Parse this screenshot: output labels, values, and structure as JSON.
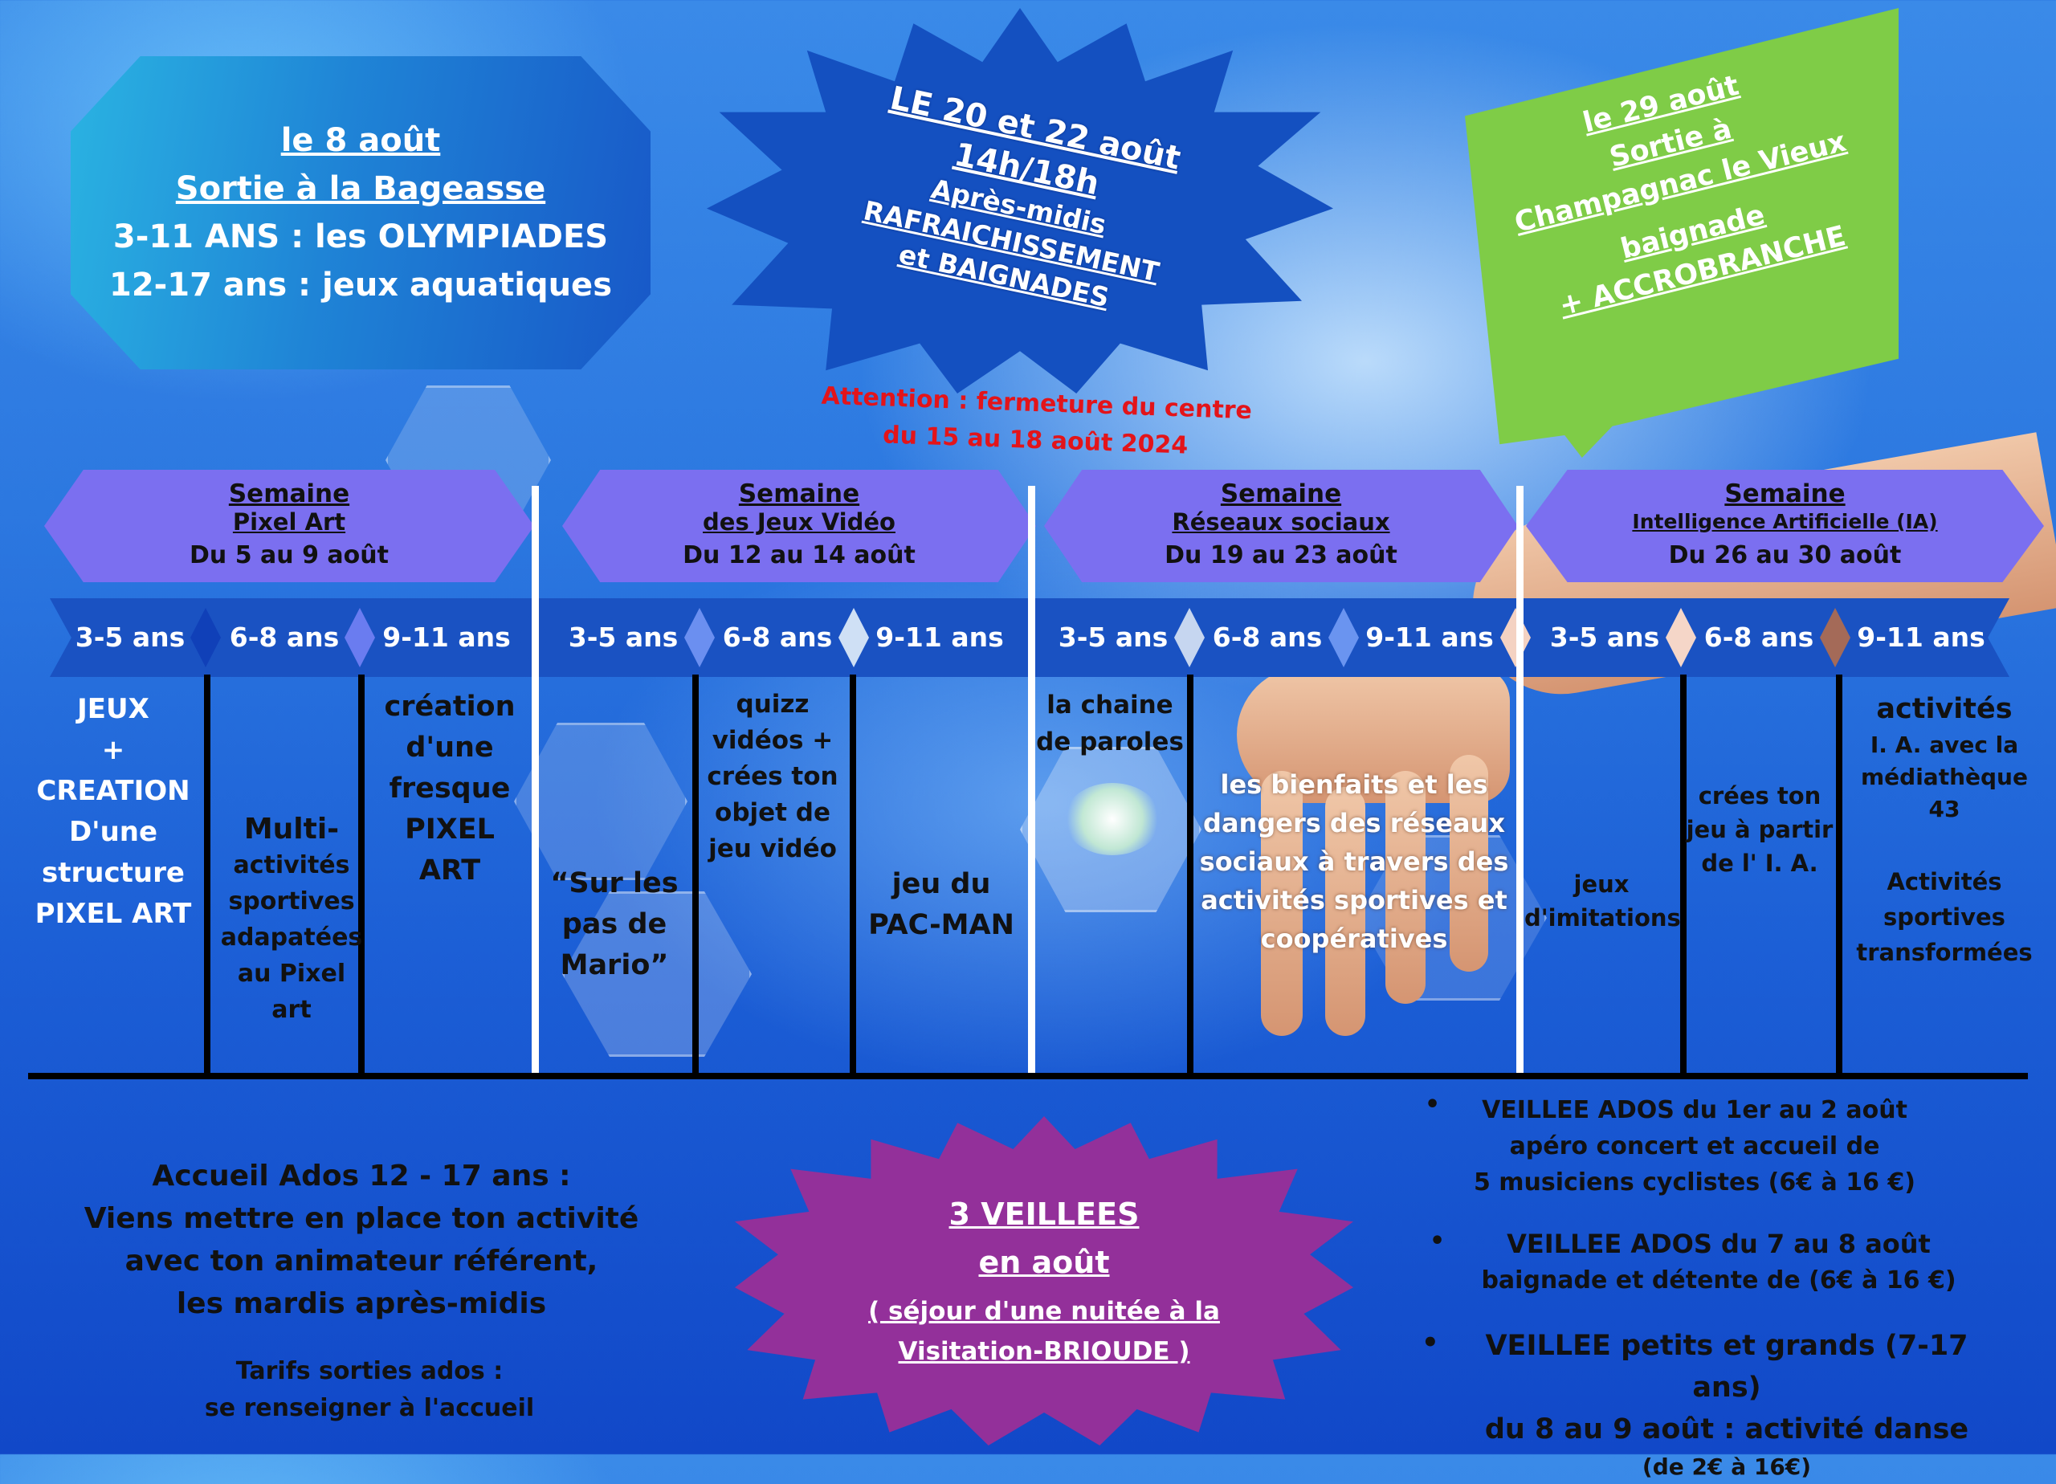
{
  "octagon": [
    "le 8 août ",
    "Sortie à la Bageasse",
    "3-11 ANS : les OLYMPIADES",
    "12-17 ans : jeux aquatiques"
  ],
  "star_top": [
    "LE 20 et 22 août",
    "14h/18h",
    "Après-midis",
    "RAFRAICHISSEMENT",
    "et BAIGNADES"
  ],
  "green_box": [
    "le 29 août ",
    "Sortie à",
    "Champagnac le Vieux",
    "baignade",
    "+ ACCROBRANCHE"
  ],
  "attention": [
    "Attention : fermeture du centre",
    "du 15 au 18 août 2024"
  ],
  "weeks": [
    {
      "label": "Semaine",
      "theme": "Pixel Art",
      "dates": "Du 5 au 9 août"
    },
    {
      "label": "Semaine ",
      "theme": "des Jeux Vidéo",
      "dates": "Du 12 au 14 août"
    },
    {
      "label": "Semaine ",
      "theme": "Réseaux sociaux",
      "dates": "Du 19 au 23 août"
    },
    {
      "label": "Semaine",
      "theme": "Intelligence Artificielle (IA)",
      "dates": "Du 26 au 30 août"
    }
  ],
  "ages": [
    "3-5 ans",
    "6-8 ans",
    "9-11 ans",
    "3-5 ans",
    "6-8 ans",
    "9-11 ans",
    "3-5 ans",
    "6-8 ans",
    "9-11 ans",
    "3-5 ans",
    "6-8 ans",
    "9-11 ans"
  ],
  "activities": {
    "a1": [
      "JEUX",
      "+",
      "CREATION",
      "D'une",
      "structure",
      "PIXEL ART"
    ],
    "a2": [
      "Multi-",
      "activités",
      "sportives",
      "adapatées",
      "au Pixel",
      "art"
    ],
    "a3": [
      "création",
      "d'une",
      "fresque",
      "PIXEL",
      "ART"
    ],
    "a4": [
      "“Sur les",
      "pas de",
      "Mario”"
    ],
    "a5": [
      "quizz",
      "vidéos +",
      "crées ton",
      "objet de",
      "jeu vidéo"
    ],
    "a6": [
      "jeu du",
      "PAC-MAN"
    ],
    "a7": [
      "la chaine",
      "de paroles"
    ],
    "a8": [
      "les bienfaits et les",
      "dangers des réseaux",
      "sociaux à travers des",
      "activités sportives et",
      "coopératives"
    ],
    "a9": [
      "jeux",
      "d'imitations"
    ],
    "a10": [
      "crées ton",
      "jeu à partir",
      "de l' I. A."
    ],
    "a11_title": "activités",
    "a11": [
      "I. A. avec la",
      "médiathèque",
      "43"
    ],
    "a11b": [
      "Activités",
      "sportives",
      "transformées"
    ]
  },
  "ados": [
    "Accueil Ados 12 - 17 ans :",
    "Viens mettre en place ton activité",
    "avec ton animateur référent,",
    "les mardis après-midis"
  ],
  "tarifs": [
    "Tarifs sorties ados :",
    "se renseigner à l'accueil"
  ],
  "star_bottom": [
    "3 VEILLEES ",
    "en août ",
    "( séjour d'une nuitée à la",
    "Visitation-BRIOUDE )"
  ],
  "veillees": [
    {
      "bullet": "•",
      "lines": [
        "VEILLEE ADOS du 1er au 2 août",
        "apéro concert et accueil de",
        "5 musiciens cyclistes (6€ à 16 €)"
      ]
    },
    {
      "bullet": "•",
      "lines": [
        "VEILLEE ADOS du 7 au 8 août",
        "baignade et détente de (6€ à 16 €)"
      ]
    },
    {
      "bullet": "•",
      "lines": [
        "VEILLEE petits et grands (7-17 ans)",
        "du 8 au 9 août : activité danse",
        "(de 2€ à 16€)"
      ]
    }
  ],
  "colors": {
    "week_banner": "#7b6ff0",
    "age_bar": "#1a52c2",
    "green": "#7fcc47",
    "purple": "#93309a",
    "attention": "#e3141a"
  }
}
